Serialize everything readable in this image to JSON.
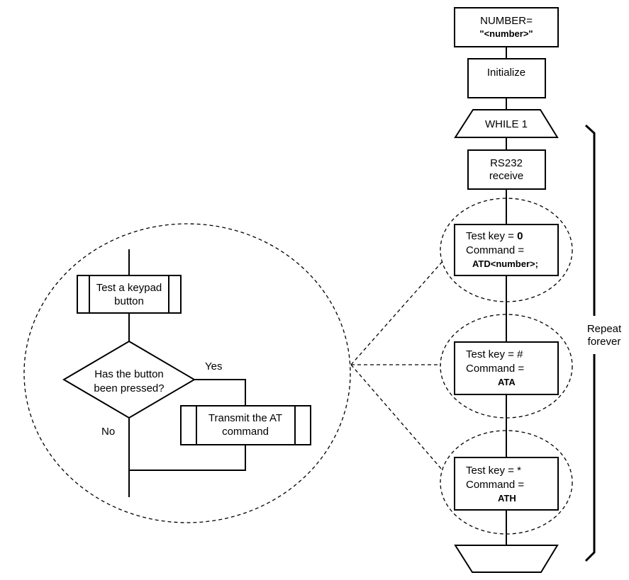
{
  "main_flow": {
    "number_box": {
      "line1": "NUMBER=",
      "line2": "\"<number>\""
    },
    "initialize_box": {
      "label": "Initialize"
    },
    "while_box": {
      "label": "WHILE 1"
    },
    "rs232_box": {
      "line1": "RS232",
      "line2": "receive"
    },
    "test_key_0": {
      "line1_prefix": "Test key = ",
      "line1_key": "0",
      "line2": "Command =",
      "line3": "ATD<number>;"
    },
    "test_key_hash": {
      "line1": "Test key = #",
      "line2": "Command =",
      "line3": "ATA"
    },
    "test_key_star": {
      "line1": "Test key = *",
      "line2": "Command =",
      "line3": "ATH"
    }
  },
  "repeat_label": {
    "line1": "Repeat",
    "line2": "forever"
  },
  "detail": {
    "keypad_box": {
      "line1": "Test a keypad",
      "line2": "button"
    },
    "decision": {
      "line1": "Has the button",
      "line2": "been pressed?"
    },
    "yes_label": "Yes",
    "no_label": "No",
    "transmit_box": {
      "line1": "Transmit the AT",
      "line2": "command"
    }
  }
}
